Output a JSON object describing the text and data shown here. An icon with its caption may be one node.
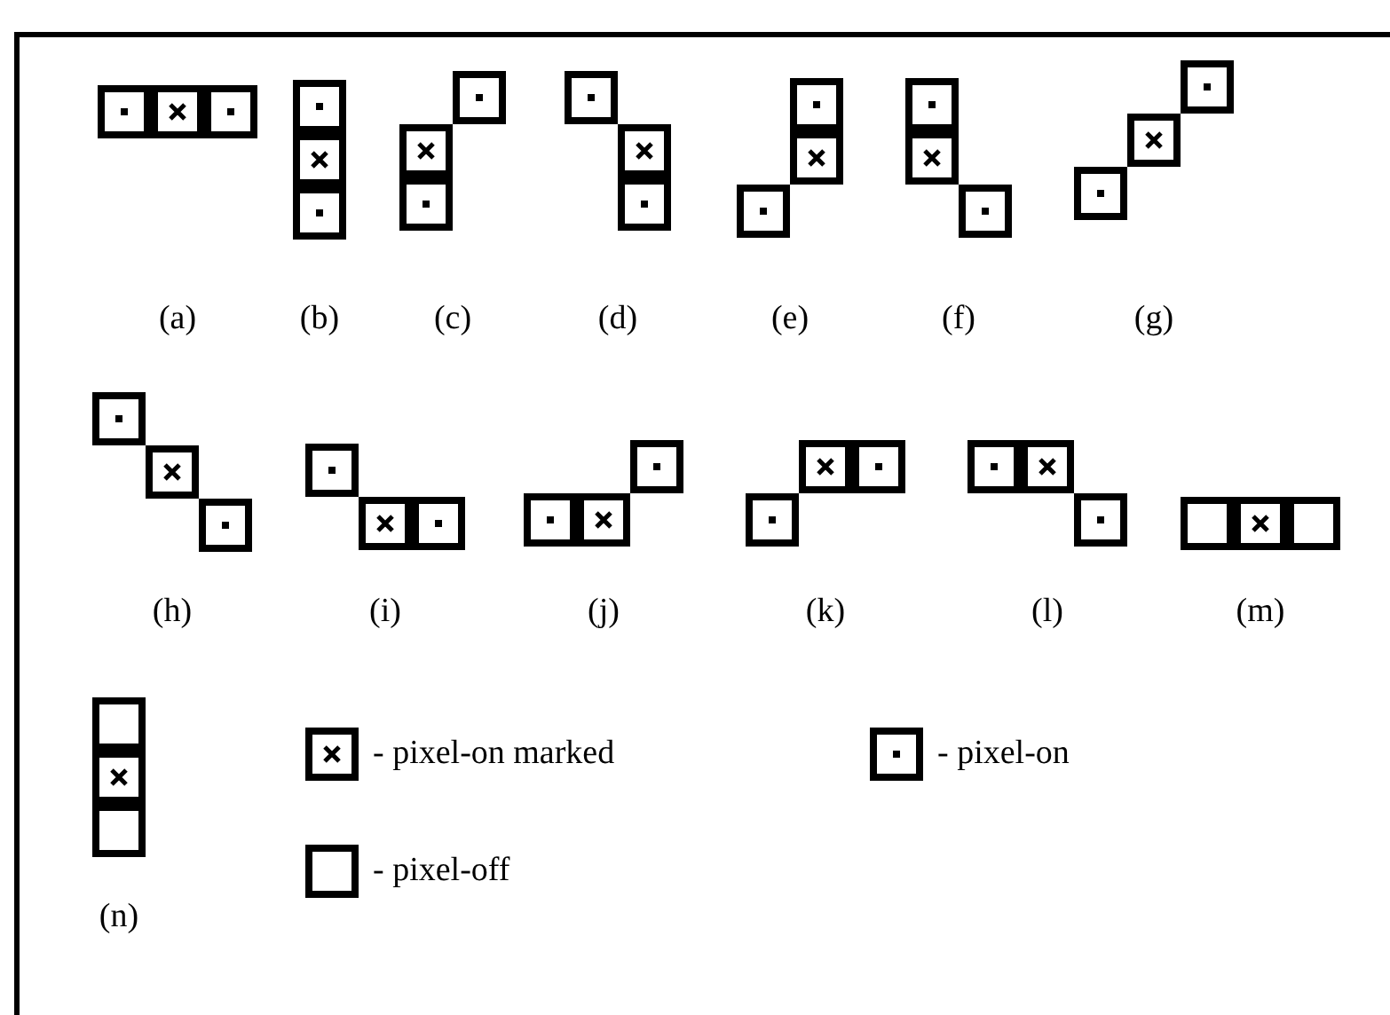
{
  "diagram": {
    "labels": [
      "(a)",
      "(b)",
      "(c)",
      "(d)",
      "(e)",
      "(f)",
      "(g)",
      "(h)",
      "(i)",
      "(j)",
      "(k)",
      "(l)",
      "(m)",
      "(n)"
    ],
    "legend": [
      {
        "text": "- pixel-on marked"
      },
      {
        "text": "- pixel-on"
      },
      {
        "text": "- pixel-off"
      }
    ]
  }
}
